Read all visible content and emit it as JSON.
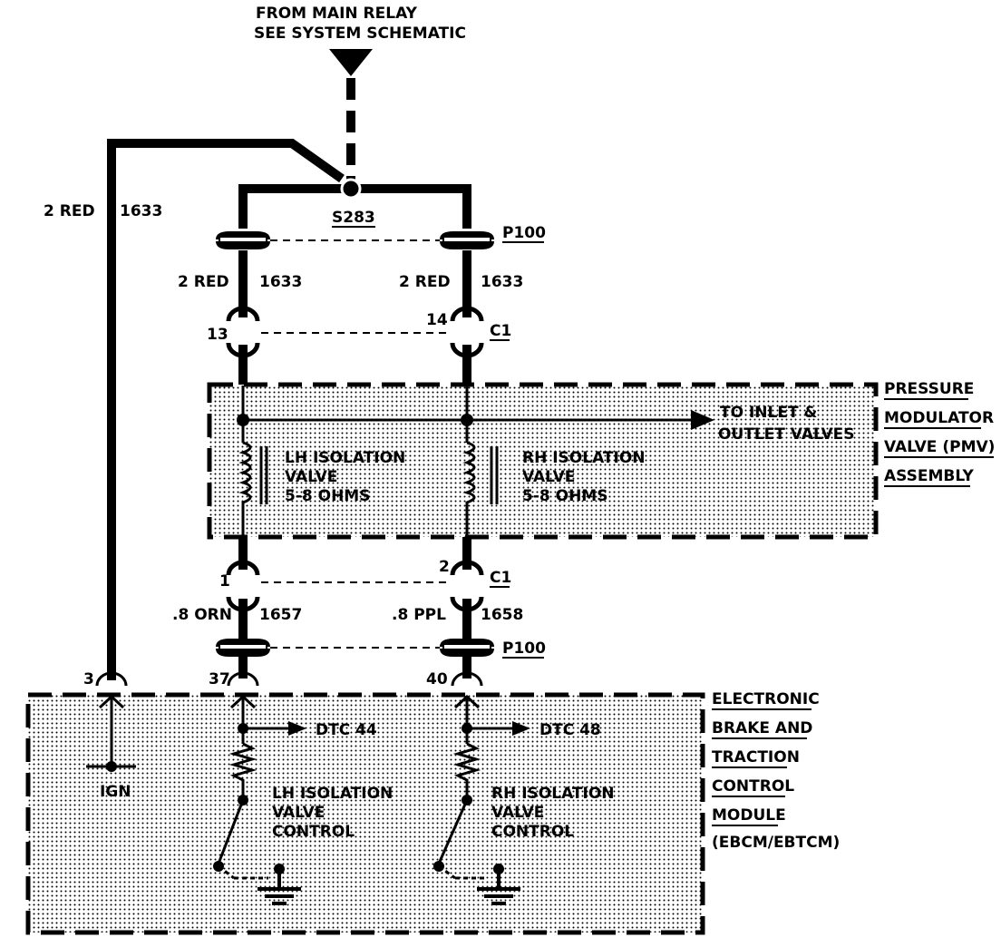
{
  "source": {
    "line1": "FROM MAIN RELAY",
    "line2": "SEE SYSTEM SCHEMATIC"
  },
  "splice": "S283",
  "connectors": {
    "p100": "P100",
    "c1": "C1"
  },
  "wires": {
    "left_outer": {
      "gauge_color": "2 RED",
      "circuit": "1633"
    },
    "lh_upper": {
      "gauge_color": "2 RED",
      "circuit": "1633"
    },
    "rh_upper": {
      "gauge_color": "2 RED",
      "circuit": "1633"
    },
    "lh_lower": {
      "gauge_color": ".8 ORN",
      "circuit": "1657"
    },
    "rh_lower": {
      "gauge_color": ".8 PPL",
      "circuit": "1658"
    }
  },
  "pins": {
    "c1_lh_upper": "13",
    "c1_rh_upper": "14",
    "c1_lh_lower": "1",
    "c1_rh_lower": "2",
    "ebcm_ign": "3",
    "ebcm_lh": "37",
    "ebcm_rh": "40"
  },
  "pmv": {
    "title_lines": [
      "PRESSURE",
      "MODULATOR",
      "VALVE (PMV)",
      "ASSEMBLY"
    ],
    "outlet_lines": [
      "TO INLET &",
      "OUTLET VALVES"
    ],
    "lh_valve_lines": [
      "LH ISOLATION",
      "VALVE",
      "5-8 OHMS"
    ],
    "rh_valve_lines": [
      "RH ISOLATION",
      "VALVE",
      "5-8 OHMS"
    ]
  },
  "ebcm": {
    "title_lines": [
      "ELECTRONIC",
      "BRAKE AND",
      "TRACTION",
      "CONTROL",
      "MODULE",
      "(EBCM/EBTCM)"
    ],
    "ign_label": "IGN",
    "dtc_lh": "DTC 44",
    "dtc_rh": "DTC 48",
    "lh_control_lines": [
      "LH ISOLATION",
      "VALVE",
      "CONTROL"
    ],
    "rh_control_lines": [
      "RH ISOLATION",
      "VALVE",
      "CONTROL"
    ]
  }
}
